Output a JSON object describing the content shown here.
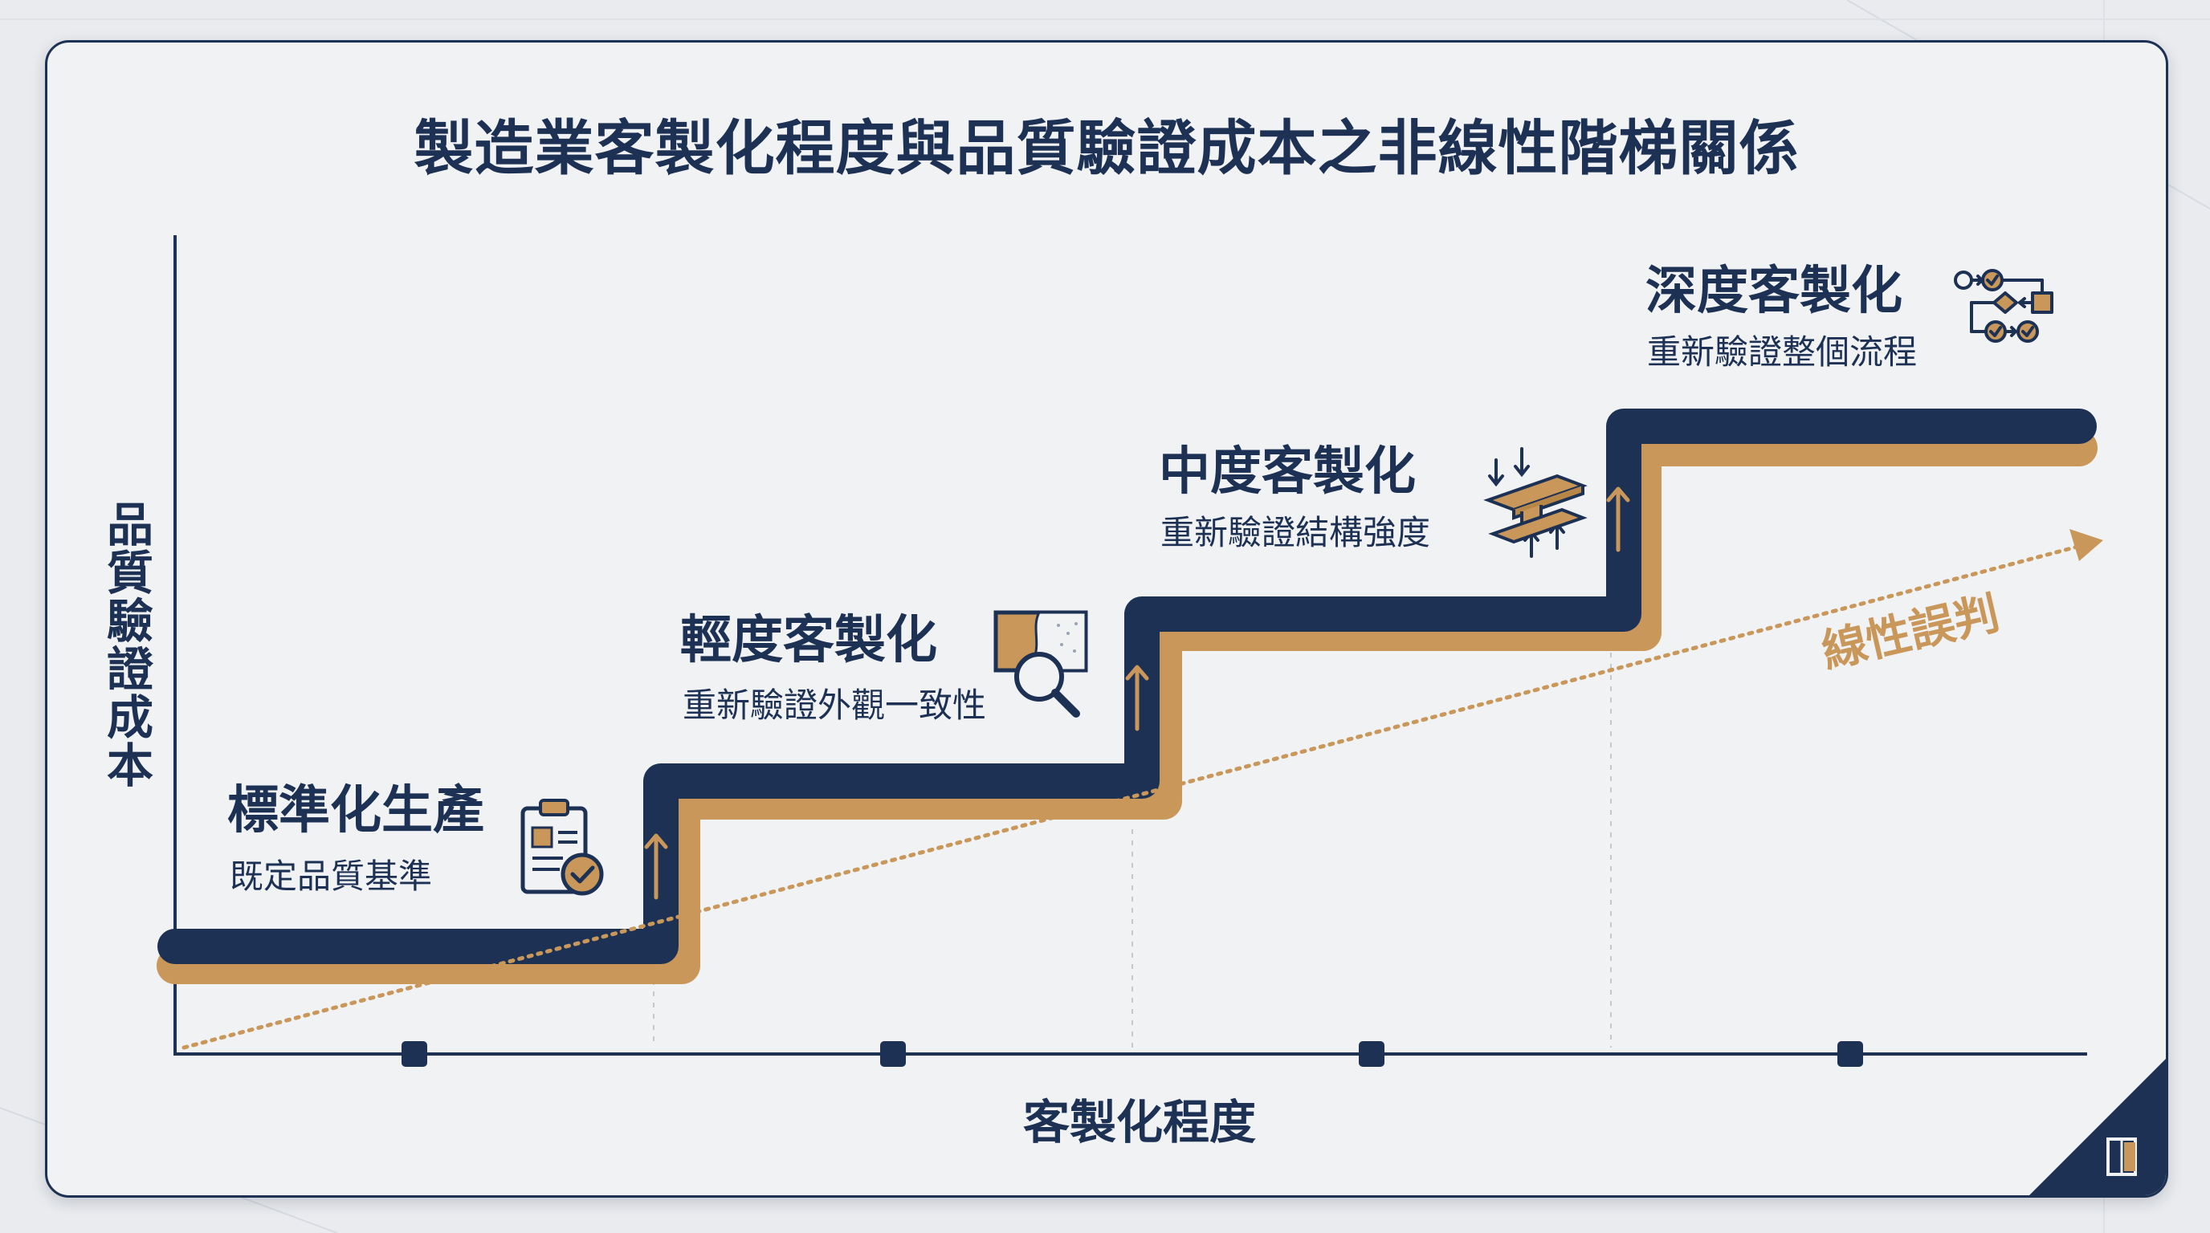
{
  "title": "製造業客製化程度與品質驗證成本之非線性階梯關係",
  "axes": {
    "y_label": "品質驗證成本",
    "x_label": "客製化程度"
  },
  "stages": [
    {
      "name": "標準化生產",
      "desc": "既定品質基準",
      "icon": "clipboard-check-icon"
    },
    {
      "name": "輕度客製化",
      "desc": "重新驗證外觀一致性",
      "icon": "magnifier-surface-icon"
    },
    {
      "name": "中度客製化",
      "desc": "重新驗證結構強度",
      "icon": "i-beam-load-icon"
    },
    {
      "name": "深度客製化",
      "desc": "重新驗證整個流程",
      "icon": "process-flow-icon"
    }
  ],
  "misjudge_label": "線性誤判",
  "colors": {
    "navy": "#1d3154",
    "gold": "#c9975a",
    "background": "#f1f2f4"
  }
}
